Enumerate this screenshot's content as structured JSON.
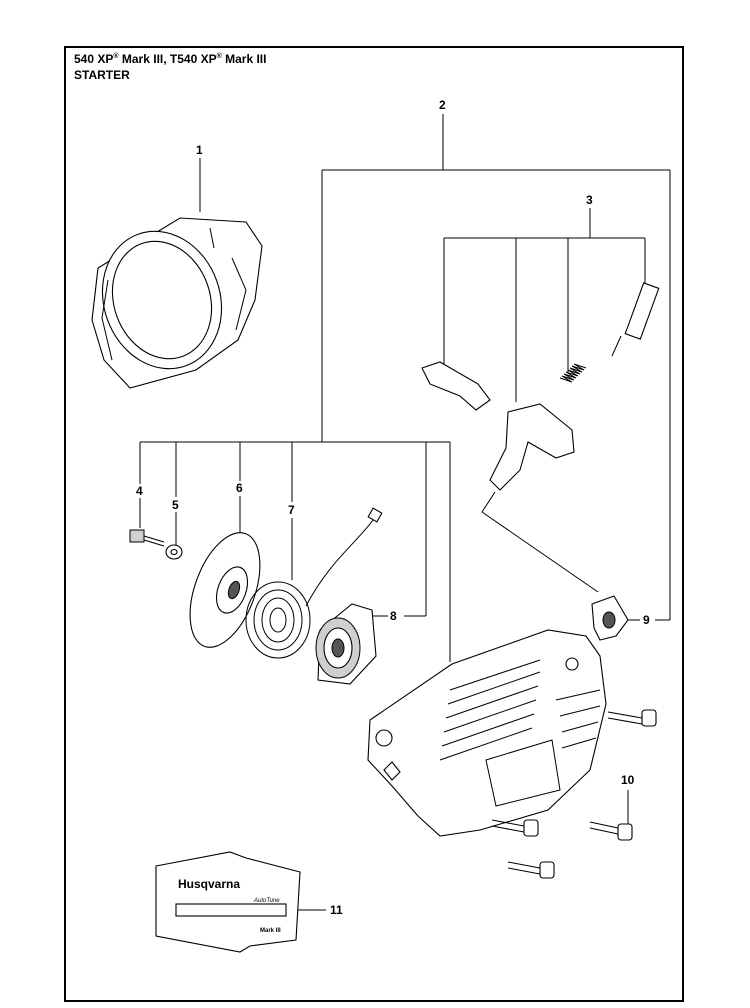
{
  "title": {
    "line1_parts": [
      "540 XP",
      "®",
      " Mark III, T540 XP",
      "®",
      " Mark III"
    ],
    "line2": "STARTER"
  },
  "callouts": [
    {
      "id": "1",
      "label": "1"
    },
    {
      "id": "2",
      "label": "2"
    },
    {
      "id": "3",
      "label": "3"
    },
    {
      "id": "4",
      "label": "4"
    },
    {
      "id": "5",
      "label": "5"
    },
    {
      "id": "6",
      "label": "6"
    },
    {
      "id": "7",
      "label": "7"
    },
    {
      "id": "8",
      "label": "8"
    },
    {
      "id": "9",
      "label": "9"
    },
    {
      "id": "10",
      "label": "10"
    },
    {
      "id": "11",
      "label": "11"
    }
  ],
  "decal": {
    "brand": "Husqvarna",
    "sub": "AutoTune",
    "model": "Mark III"
  }
}
